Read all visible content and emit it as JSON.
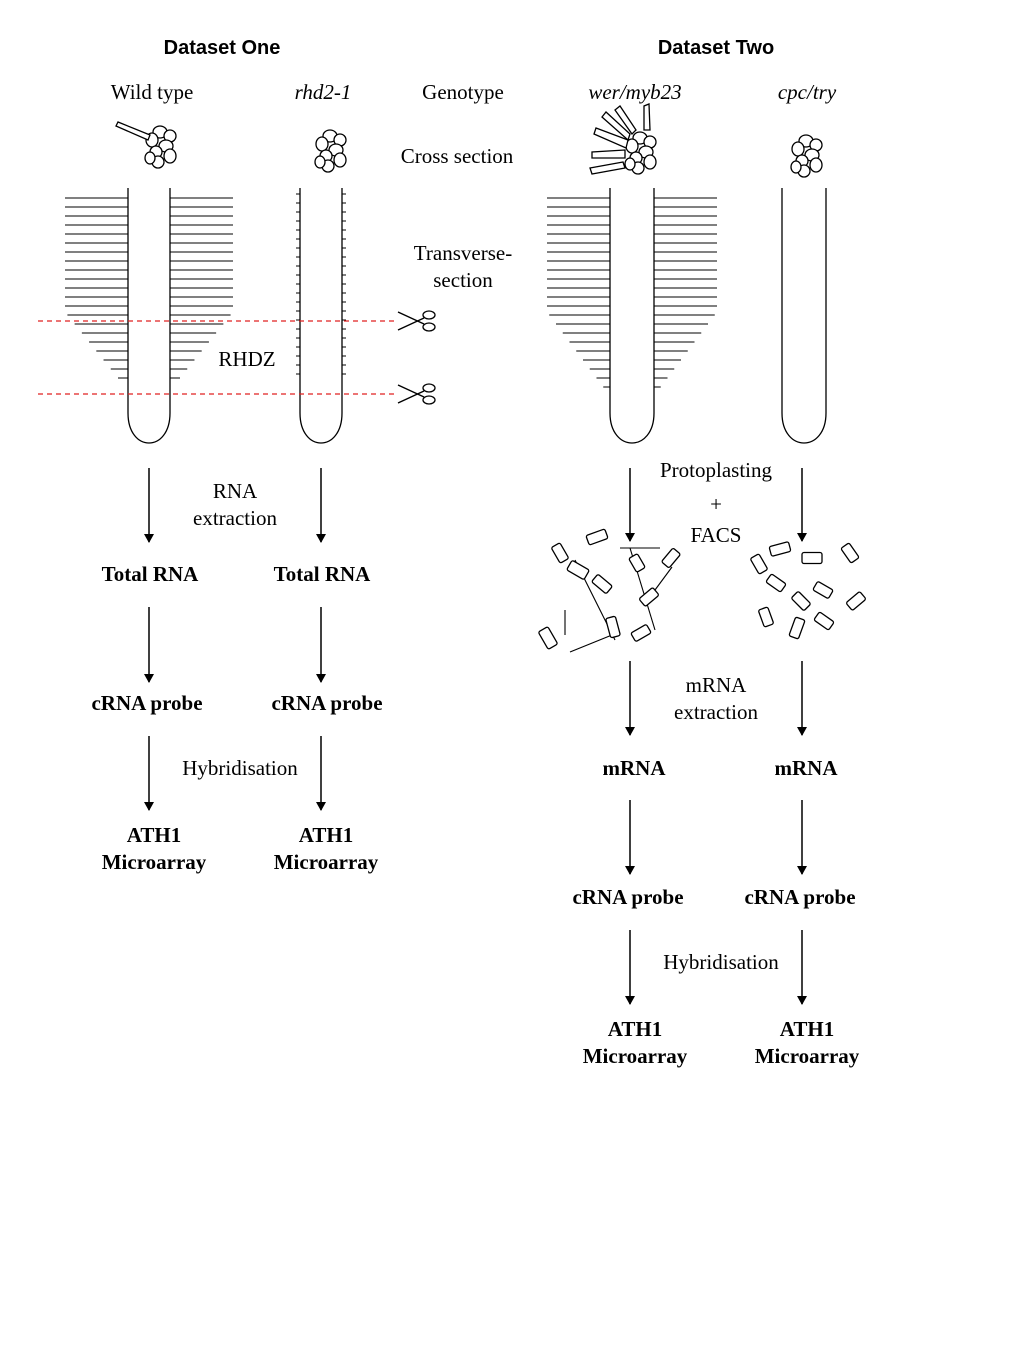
{
  "dataset_one": {
    "title": "Dataset One",
    "genotypes": [
      "Wild type",
      "rhd2-1"
    ],
    "labels": {
      "rna_extraction": [
        "RNA",
        "extraction"
      ],
      "hybridisation": "Hybridisation",
      "rhdz": "RHDZ"
    },
    "steps": [
      [
        "Total RNA",
        "Total RNA"
      ],
      [
        "cRNA probe",
        "cRNA probe"
      ],
      [
        "ATH1\nMicroarray",
        "ATH1\nMicroarray"
      ]
    ]
  },
  "dataset_two": {
    "title": "Dataset Two",
    "genotypes": [
      "wer/myb23",
      "cpc/try"
    ],
    "labels": {
      "protoplasting": "Protoplasting",
      "plus": "+",
      "facs": "FACS",
      "mrna_extraction": [
        "mRNA",
        "extraction"
      ],
      "hybridisation": "Hybridisation"
    },
    "steps": [
      [
        "mRNA",
        "mRNA"
      ],
      [
        "cRNA probe",
        "cRNA probe"
      ],
      [
        "ATH1\nMicroarray",
        "ATH1\nMicroarray"
      ]
    ]
  },
  "row_labels": {
    "genotype": "Genotype",
    "cross_section": "Cross section",
    "transverse_section": [
      "Transverse-",
      "section"
    ]
  },
  "colors": {
    "ink": "#000000",
    "cut_line": "#e02020"
  }
}
